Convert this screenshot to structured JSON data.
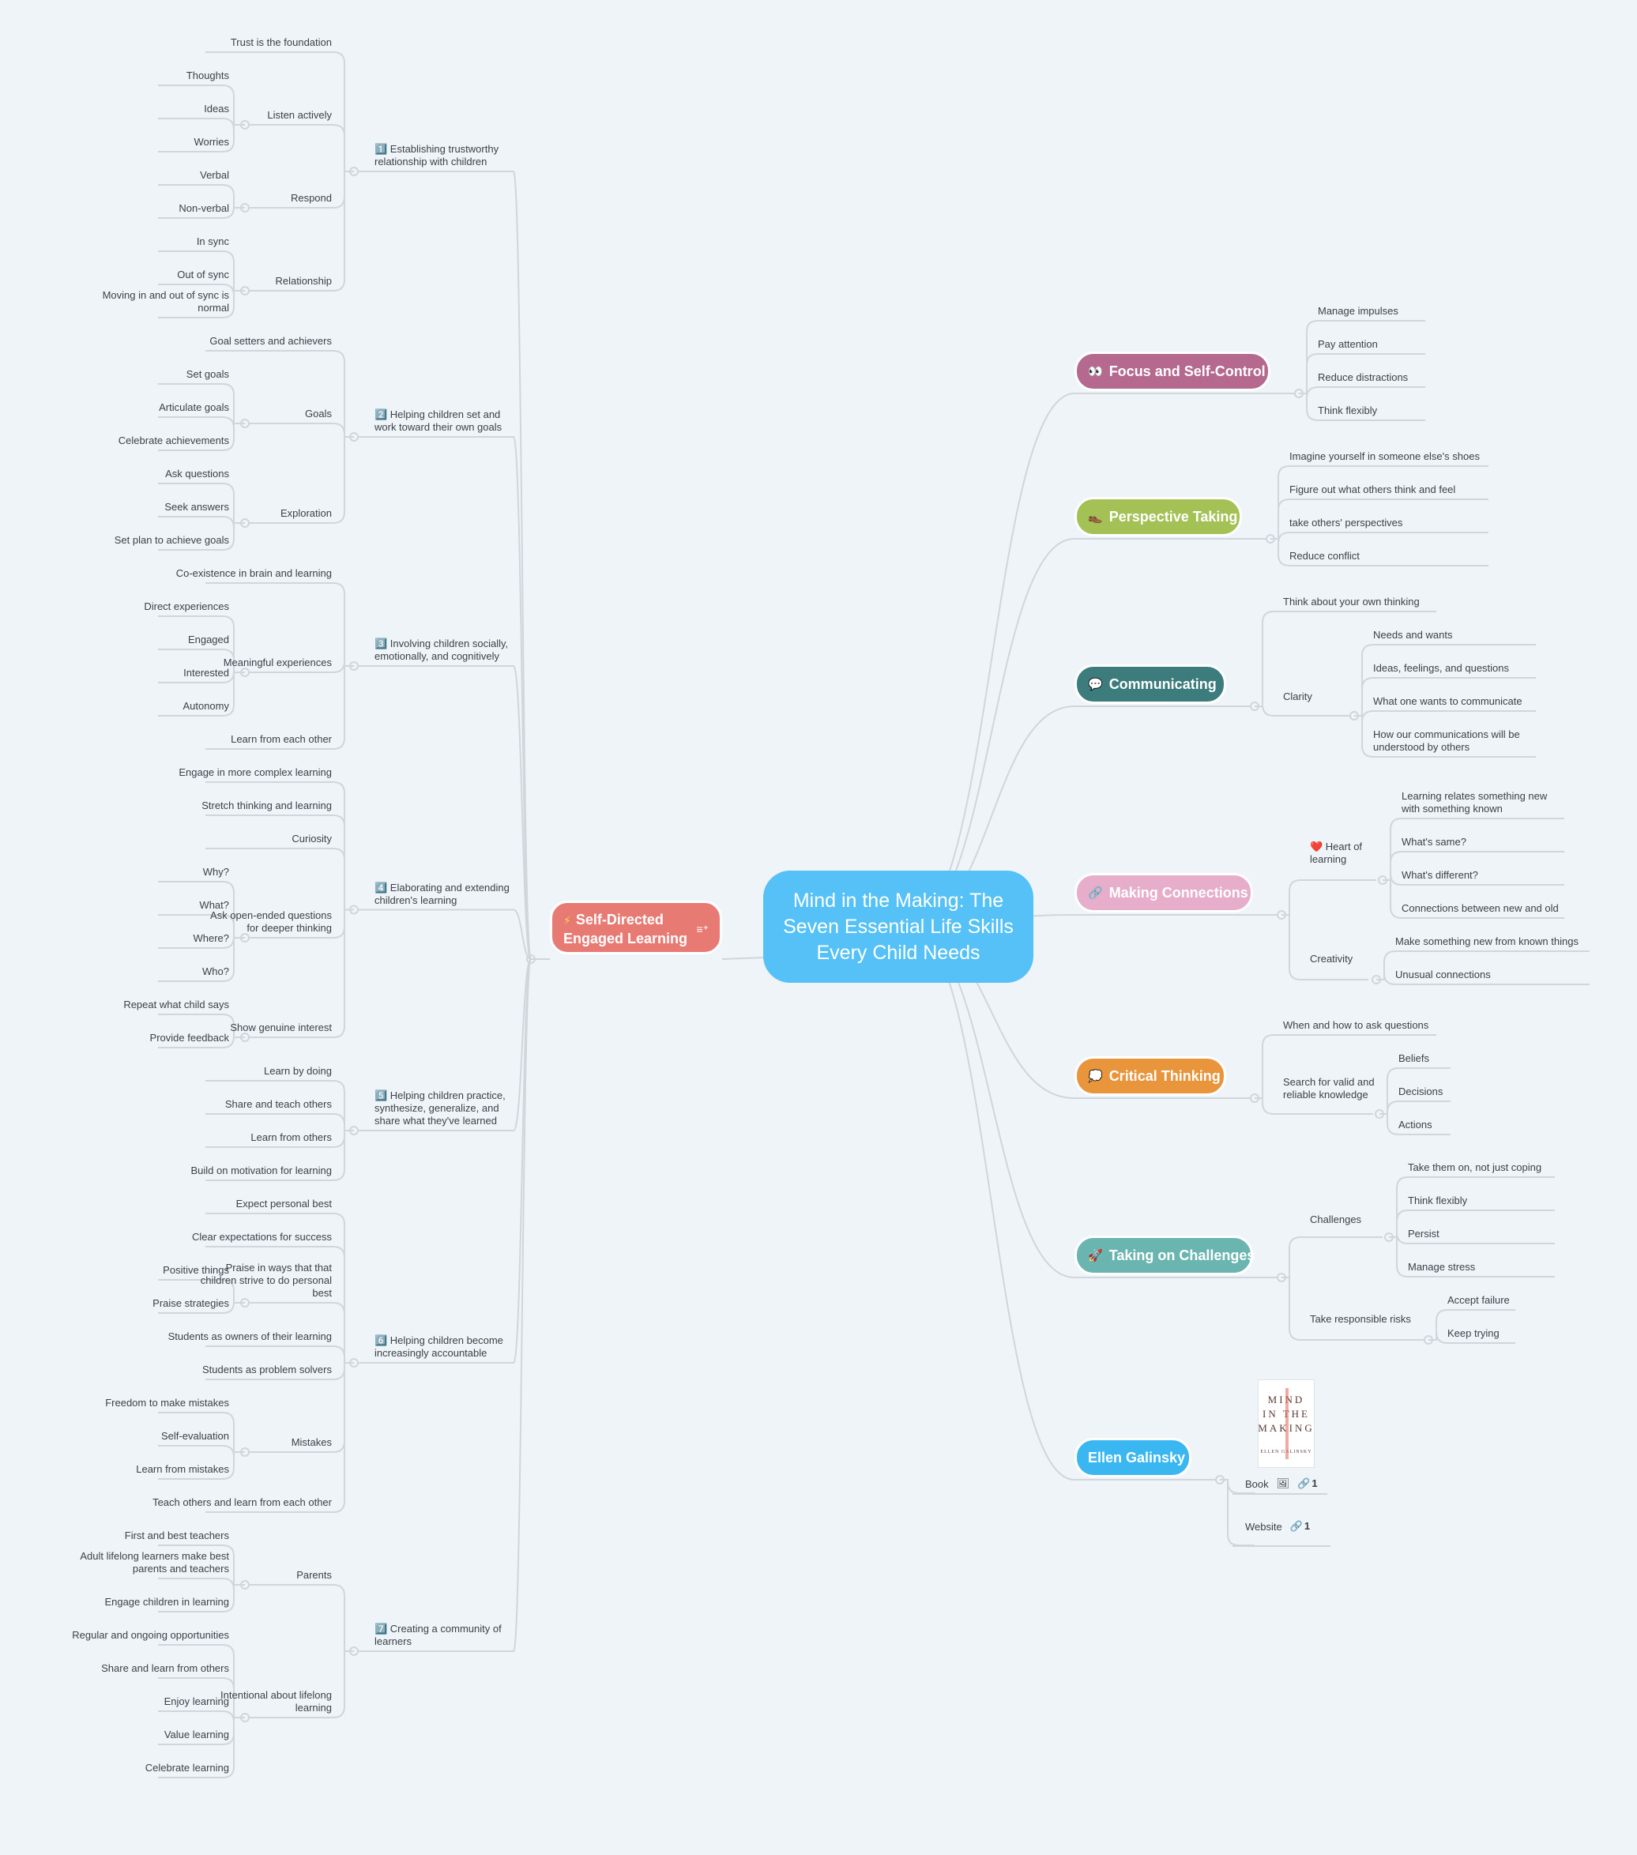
{
  "central": "Mind in the Making: The Seven Essential Life Skills Every Child Needs",
  "left_branch": {
    "title": "Self-Directed Engaged Learning",
    "icon": "lightning-icon",
    "color": "#e87a74",
    "groups": [
      {
        "title": "1️⃣ Establishing trustworthy relationship with children",
        "children": [
          {
            "label": "Trust is the foundation"
          },
          {
            "label": "Listen actively",
            "children": [
              {
                "label": "Thoughts"
              },
              {
                "label": "Ideas"
              },
              {
                "label": "Worries"
              }
            ]
          },
          {
            "label": "Respond",
            "children": [
              {
                "label": "Verbal"
              },
              {
                "label": "Non-verbal"
              }
            ]
          },
          {
            "label": "Relationship",
            "children": [
              {
                "label": "In sync"
              },
              {
                "label": "Out of sync"
              },
              {
                "label": "Moving in and out of sync is normal"
              }
            ]
          }
        ]
      },
      {
        "title": "2️⃣ Helping children set and work toward their own goals",
        "children": [
          {
            "label": "Goal setters and achievers"
          },
          {
            "label": "Goals",
            "children": [
              {
                "label": "Set goals"
              },
              {
                "label": "Articulate goals"
              },
              {
                "label": "Celebrate achievements"
              }
            ]
          },
          {
            "label": "Exploration",
            "children": [
              {
                "label": "Ask questions"
              },
              {
                "label": "Seek answers"
              },
              {
                "label": "Set plan to achieve goals"
              }
            ]
          }
        ]
      },
      {
        "title": "3️⃣ Involving children socially, emotionally, and cognitively",
        "children": [
          {
            "label": "Co-existence in brain and learning"
          },
          {
            "label": "Meaningful experiences",
            "children": [
              {
                "label": "Direct experiences"
              },
              {
                "label": "Engaged"
              },
              {
                "label": "Interested"
              },
              {
                "label": "Autonomy"
              }
            ]
          },
          {
            "label": "Learn from each other"
          }
        ]
      },
      {
        "title": "4️⃣ Elaborating and extending children's learning",
        "children": [
          {
            "label": "Engage in more complex learning"
          },
          {
            "label": "Stretch thinking and learning"
          },
          {
            "label": "Curiosity"
          },
          {
            "label": "Ask open-ended questions for deeper thinking",
            "children": [
              {
                "label": "Why?"
              },
              {
                "label": "What?"
              },
              {
                "label": "Where?"
              },
              {
                "label": "Who?"
              }
            ]
          },
          {
            "label": "Show genuine interest",
            "children": [
              {
                "label": "Repeat what child says"
              },
              {
                "label": "Provide feedback"
              }
            ]
          }
        ]
      },
      {
        "title": "5️⃣ Helping children practice, synthesize, generalize, and share what they've learned",
        "children": [
          {
            "label": "Learn by doing"
          },
          {
            "label": "Share and teach others"
          },
          {
            "label": "Learn from others"
          },
          {
            "label": "Build on motivation for learning"
          }
        ]
      },
      {
        "title": "6️⃣ Helping children become increasingly accountable",
        "children": [
          {
            "label": "Expect personal best"
          },
          {
            "label": "Clear expectations for success"
          },
          {
            "label": "Praise in ways that that children strive to do personal best",
            "children": [
              {
                "label": "Positive things"
              },
              {
                "label": "Praise strategies"
              }
            ]
          },
          {
            "label": "Students as owners of their learning"
          },
          {
            "label": "Students as problem solvers"
          },
          {
            "label": "Mistakes",
            "children": [
              {
                "label": "Freedom to make mistakes"
              },
              {
                "label": "Self-evaluation"
              },
              {
                "label": "Learn from mistakes"
              }
            ]
          },
          {
            "label": "Teach others and learn from each other"
          }
        ]
      },
      {
        "title": "7️⃣ Creating a community of learners",
        "children": [
          {
            "label": "Parents",
            "children": [
              {
                "label": "First and best teachers"
              },
              {
                "label": "Adult lifelong learners make best parents and teachers"
              },
              {
                "label": "Engage children in learning"
              }
            ]
          },
          {
            "label": "Intentional about lifelong learning",
            "children": [
              {
                "label": "Regular and ongoing opportunities"
              },
              {
                "label": "Share and learn from others"
              },
              {
                "label": "Enjoy learning"
              },
              {
                "label": "Value learning"
              },
              {
                "label": "Celebrate learning"
              }
            ]
          }
        ]
      }
    ]
  },
  "right_branches": [
    {
      "title": "Focus and Self-Control",
      "icon": "eyes-icon",
      "glyph": "👀",
      "color": "#b5698f",
      "children": [
        {
          "label": "Manage impulses"
        },
        {
          "label": "Pay attention"
        },
        {
          "label": "Reduce distractions"
        },
        {
          "label": "Think flexibly"
        }
      ]
    },
    {
      "title": "Perspective Taking",
      "icon": "shoe-icon",
      "glyph": "👞",
      "color": "#a4c155",
      "children": [
        {
          "label": "Imagine yourself in someone else's shoes"
        },
        {
          "label": "Figure out what others think and feel"
        },
        {
          "label": "take others' perspectives"
        },
        {
          "label": "Reduce conflict"
        }
      ]
    },
    {
      "title": "Communicating",
      "icon": "speech-bubble-icon",
      "glyph": "💬",
      "color": "#3c7c7c",
      "children": [
        {
          "label": "Think about your own thinking"
        },
        {
          "label": "Clarity",
          "children": [
            {
              "label": "Needs and wants"
            },
            {
              "label": "Ideas, feelings, and questions"
            },
            {
              "label": "What one wants to communicate"
            },
            {
              "label": "How our communications will be understood by others"
            }
          ]
        }
      ]
    },
    {
      "title": "Making Connections",
      "icon": "link-icon",
      "glyph": "🔗",
      "color": "#e6aecb",
      "children": [
        {
          "label": "❤️ Heart of learning",
          "children": [
            {
              "label": "Learning relates something new with something known"
            },
            {
              "label": "What's same?"
            },
            {
              "label": "What's different?"
            },
            {
              "label": "Connections between new and old"
            }
          ]
        },
        {
          "label": "Creativity",
          "children": [
            {
              "label": "Make something new from known things"
            },
            {
              "label": "Unusual connections"
            }
          ]
        }
      ]
    },
    {
      "title": "Critical Thinking",
      "icon": "thought-bubble-icon",
      "glyph": "💭",
      "color": "#e8953c",
      "children": [
        {
          "label": "When and how to ask questions"
        },
        {
          "label": "Search for valid and reliable knowledge",
          "children": [
            {
              "label": "Beliefs"
            },
            {
              "label": "Decisions"
            },
            {
              "label": "Actions"
            }
          ]
        }
      ]
    },
    {
      "title": "Taking on Challenges",
      "icon": "rocket-icon",
      "glyph": "🚀",
      "color": "#6bb5b0",
      "children": [
        {
          "label": "Challenges",
          "children": [
            {
              "label": "Take them on, not just coping"
            },
            {
              "label": "Think flexibly"
            },
            {
              "label": "Persist"
            },
            {
              "label": "Manage stress"
            }
          ]
        },
        {
          "label": "Take responsible risks",
          "children": [
            {
              "label": "Accept failure"
            },
            {
              "label": "Keep trying"
            }
          ]
        }
      ]
    },
    {
      "title": "Ellen Galinsky",
      "icon": "",
      "glyph": "",
      "color": "#3ab6f1",
      "children": []
    }
  ],
  "ellen": {
    "book_label": "Book",
    "book_link_count": "1",
    "website_label": "Website",
    "website_link_count": "1",
    "cover_lines": [
      "MIND",
      "IN THE",
      "MAKING"
    ],
    "cover_author": "ELLEN GALINSKY"
  }
}
